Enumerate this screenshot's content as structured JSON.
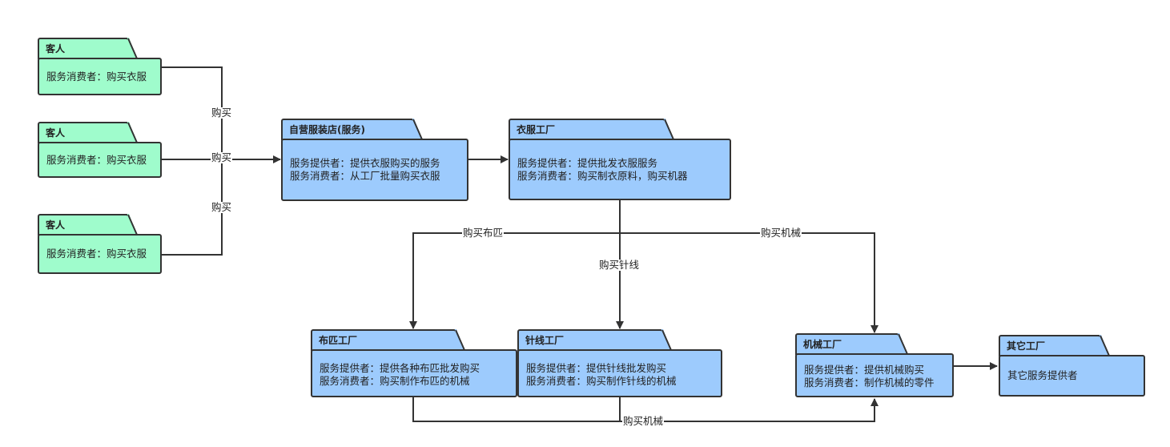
{
  "packages": [
    {
      "id": "guest1",
      "title": "客人",
      "lines": [
        "服务消费者：购买衣服"
      ],
      "color": "green"
    },
    {
      "id": "guest2",
      "title": "客人",
      "lines": [
        "服务消费者：购买衣服"
      ],
      "color": "green"
    },
    {
      "id": "guest3",
      "title": "客人",
      "lines": [
        "服务消费者：购买衣服"
      ],
      "color": "green"
    },
    {
      "id": "store",
      "title": "自营服装店(服务)",
      "lines": [
        "服务提供者：提供衣服购买的服务",
        "服务消费者：从工厂批量购买衣服"
      ],
      "color": "blue"
    },
    {
      "id": "clothes_factory",
      "title": "衣服工厂",
      "lines": [
        "服务提供者：提供批发衣服服务",
        "服务消费者：购买制衣原料，购买机器"
      ],
      "color": "blue"
    },
    {
      "id": "cloth_factory",
      "title": "布匹工厂",
      "lines": [
        "服务提供者：提供各种布匹批发购买",
        "服务消费者：购买制作布匹的机械"
      ],
      "color": "blue"
    },
    {
      "id": "thread_factory",
      "title": "针线工厂",
      "lines": [
        "服务提供者：提供针线批发购买",
        "服务消费者：购买制作针线的机械"
      ],
      "color": "blue"
    },
    {
      "id": "machine_factory",
      "title": "机械工厂",
      "lines": [
        "服务提供者：提供机械购买",
        "服务消费者：制作机械的零件"
      ],
      "color": "blue"
    },
    {
      "id": "other_factory",
      "title": "其它工厂",
      "lines": [
        "其它服务提供者"
      ],
      "color": "blue"
    }
  ],
  "edge_labels": {
    "buy1": "购买",
    "buy2": "购买",
    "buy3": "购买",
    "buy_cloth": "购买布匹",
    "buy_thread": "购买针线",
    "buy_machine": "购买机械",
    "buy_machine_bottom": "购买机械"
  },
  "colors": {
    "guest_fill": "#9ffccc",
    "factory_fill": "#9dcbfd",
    "stroke": "#333333"
  }
}
